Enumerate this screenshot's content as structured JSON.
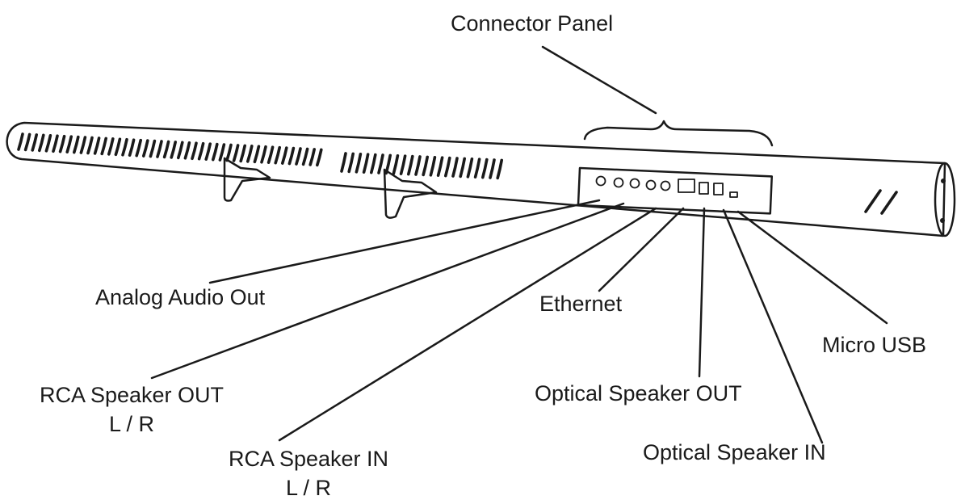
{
  "labels": {
    "connector_panel": "Connector Panel",
    "analog_audio_out": "Analog Audio Out",
    "ethernet": "Ethernet",
    "micro_usb": "Micro USB",
    "rca_speaker_out": "RCA Speaker OUT",
    "rca_speaker_out_sub": "L / R",
    "optical_speaker_out": "Optical Speaker OUT",
    "rca_speaker_in": "RCA Speaker IN",
    "rca_speaker_in_sub": "L / R",
    "optical_speaker_in": "Optical Speaker IN"
  },
  "colors": {
    "ink": "#1a1a1a",
    "background": "#ffffff"
  }
}
